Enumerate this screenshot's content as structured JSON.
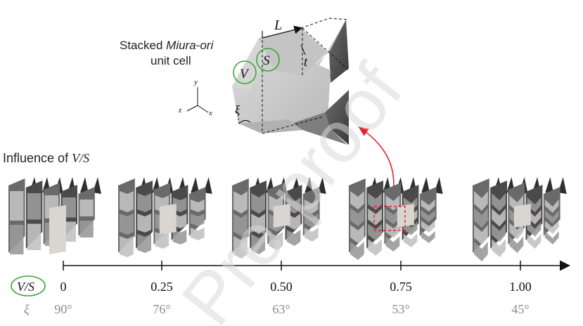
{
  "unit_cell": {
    "caption_prefix": "Stacked ",
    "caption_italic": "Miura-ori",
    "caption_line2": "unit cell",
    "label_L": "L",
    "label_t": "t",
    "label_V": "V",
    "label_S": "S",
    "angle_label": "ξ",
    "axis_x": "x",
    "axis_y": "y",
    "axis_z": "z"
  },
  "influence": {
    "prefix": "Influence of ",
    "ratio": "V/S"
  },
  "axis": {
    "ratio_label": "V/S",
    "angle_label": "ξ",
    "ticks": [
      {
        "ratio": "0",
        "angle": "90°"
      },
      {
        "ratio": "0.25",
        "angle": "76°"
      },
      {
        "ratio": "0.50",
        "angle": "63°"
      },
      {
        "ratio": "0.75",
        "angle": "53°"
      },
      {
        "ratio": "1.00",
        "angle": "45°"
      }
    ]
  },
  "watermark": "Pre-proof",
  "colors": {
    "green_circle": "#3aa635",
    "red_highlight": "#e0242c",
    "axis": "#111111",
    "angle_text": "#8a8a8a",
    "watermark": "#d8d8d8"
  }
}
